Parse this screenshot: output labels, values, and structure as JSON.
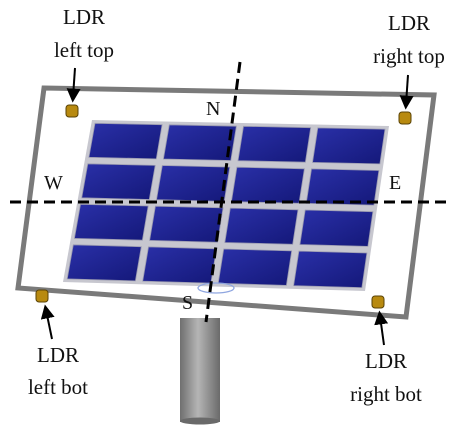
{
  "colors": {
    "frame": "#ffffff",
    "frame_border": "#7a7a7a",
    "cell": "#1a1f8c",
    "cell_edge": "#9a9ab0",
    "grid_line": "#c7c7cf",
    "ldr_sensor": "#b88a10",
    "pole": "#8e8e8e",
    "axis_line": "#000000"
  },
  "compass": {
    "north": "N",
    "south": "S",
    "east": "E",
    "west": "W"
  },
  "sensors": {
    "left_top": {
      "line1": "LDR",
      "line2": "left top"
    },
    "right_top": {
      "line1": "LDR",
      "line2": "right top"
    },
    "left_bot": {
      "line1": "LDR",
      "line2": "left bot"
    },
    "right_bot": {
      "line1": "LDR",
      "line2": "right bot"
    }
  },
  "panel": {
    "rows": 4,
    "cols": 4
  }
}
